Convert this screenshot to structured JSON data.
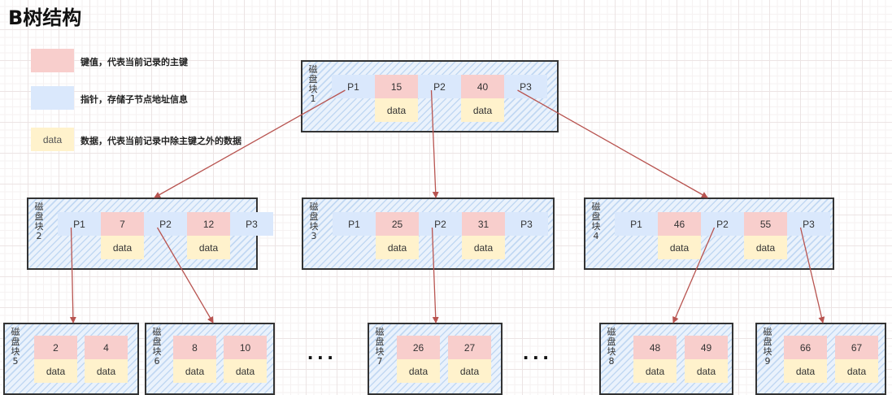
{
  "title": "B树结构",
  "colors": {
    "key": "#f8cecc",
    "pointer": "#dae8fc",
    "data": "#fff2cc",
    "arrow": "#b85450"
  },
  "legend": [
    {
      "type": "key",
      "swatch_text": "",
      "text": "键值，代表当前记录的主键"
    },
    {
      "type": "pointer",
      "swatch_text": "",
      "text": "指针，存储子节点地址信息"
    },
    {
      "type": "data",
      "swatch_text": "data",
      "text": "数据，代表当前记录中除主键之外的数据"
    }
  ],
  "nodes": {
    "n1": {
      "label": [
        "磁",
        "盘",
        "块",
        "1"
      ],
      "pointers": [
        "P1",
        "P2",
        "P3"
      ],
      "keys": [
        "15",
        "40"
      ],
      "data": [
        "data",
        "data"
      ]
    },
    "n2": {
      "label": [
        "磁",
        "盘",
        "块",
        "2"
      ],
      "pointers": [
        "P1",
        "P2",
        "P3"
      ],
      "keys": [
        "7",
        "12"
      ],
      "data": [
        "data",
        "data"
      ]
    },
    "n3": {
      "label": [
        "磁",
        "盘",
        "块",
        "3"
      ],
      "pointers": [
        "P1",
        "P2",
        "P3"
      ],
      "keys": [
        "25",
        "31"
      ],
      "data": [
        "data",
        "data"
      ]
    },
    "n4": {
      "label": [
        "磁",
        "盘",
        "块",
        "4"
      ],
      "pointers": [
        "P1",
        "P2",
        "P3"
      ],
      "keys": [
        "46",
        "55"
      ],
      "data": [
        "data",
        "data"
      ]
    },
    "n5": {
      "label": [
        "磁",
        "盘",
        "块",
        "5"
      ],
      "keys": [
        "2",
        "4"
      ],
      "data": [
        "data",
        "data"
      ]
    },
    "n6": {
      "label": [
        "磁",
        "盘",
        "块",
        "6"
      ],
      "keys": [
        "8",
        "10"
      ],
      "data": [
        "data",
        "data"
      ]
    },
    "n7": {
      "label": [
        "磁",
        "盘",
        "块",
        "7"
      ],
      "keys": [
        "26",
        "27"
      ],
      "data": [
        "data",
        "data"
      ]
    },
    "n8": {
      "label": [
        "磁",
        "盘",
        "块",
        "8"
      ],
      "keys": [
        "48",
        "49"
      ],
      "data": [
        "data",
        "data"
      ]
    },
    "n9": {
      "label": [
        "磁",
        "盘",
        "块",
        "9"
      ],
      "keys": [
        "66",
        "67"
      ],
      "data": [
        "data",
        "data"
      ]
    }
  },
  "edges": [
    {
      "from": "n1.P1",
      "to": "n2"
    },
    {
      "from": "n1.P2",
      "to": "n3"
    },
    {
      "from": "n1.P3",
      "to": "n4"
    },
    {
      "from": "n2.P1",
      "to": "n5"
    },
    {
      "from": "n2.P2",
      "to": "n6"
    },
    {
      "from": "n3.P2",
      "to": "n7"
    },
    {
      "from": "n4.P2",
      "to": "n8"
    },
    {
      "from": "n4.P3",
      "to": "n9"
    }
  ],
  "ellipsis": "..."
}
